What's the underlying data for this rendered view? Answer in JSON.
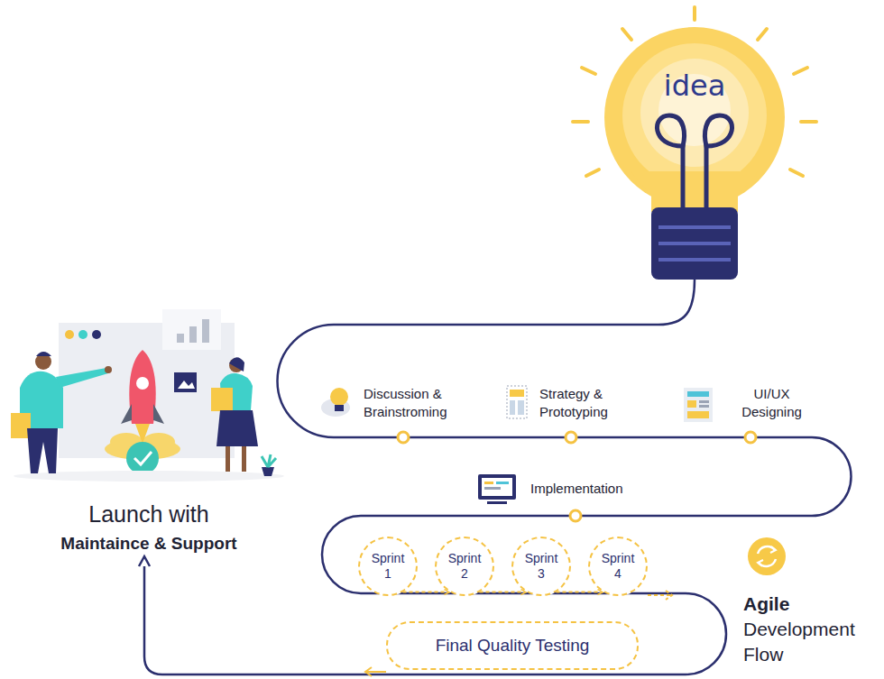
{
  "diagram": {
    "nodes": [
      {
        "text": [
          "idea"
        ]
      },
      {
        "text": [
          "Sprint 1"
        ]
      },
      {
        "text": [
          "Sprint 2"
        ]
      },
      {
        "text": [
          "Sprint 3"
        ]
      },
      {
        "text": [
          "Sprint 4"
        ]
      },
      {
        "text": [
          "Final Quality Testing"
        ]
      }
    ],
    "edges": [
      {
        "from": 1,
        "to": 2,
        "arrow": "to"
      },
      {
        "from": 2,
        "to": 3,
        "arrow": "to"
      },
      {
        "from": 3,
        "to": 4,
        "arrow": "to"
      }
    ],
    "labels": [
      "Discussion & Brainstroming",
      "Strategy & Prototyping",
      "UI/UX Designing",
      "Implementation",
      "Launch with",
      "Maintaince & Support",
      "Agile",
      "Development Flow"
    ]
  }
}
